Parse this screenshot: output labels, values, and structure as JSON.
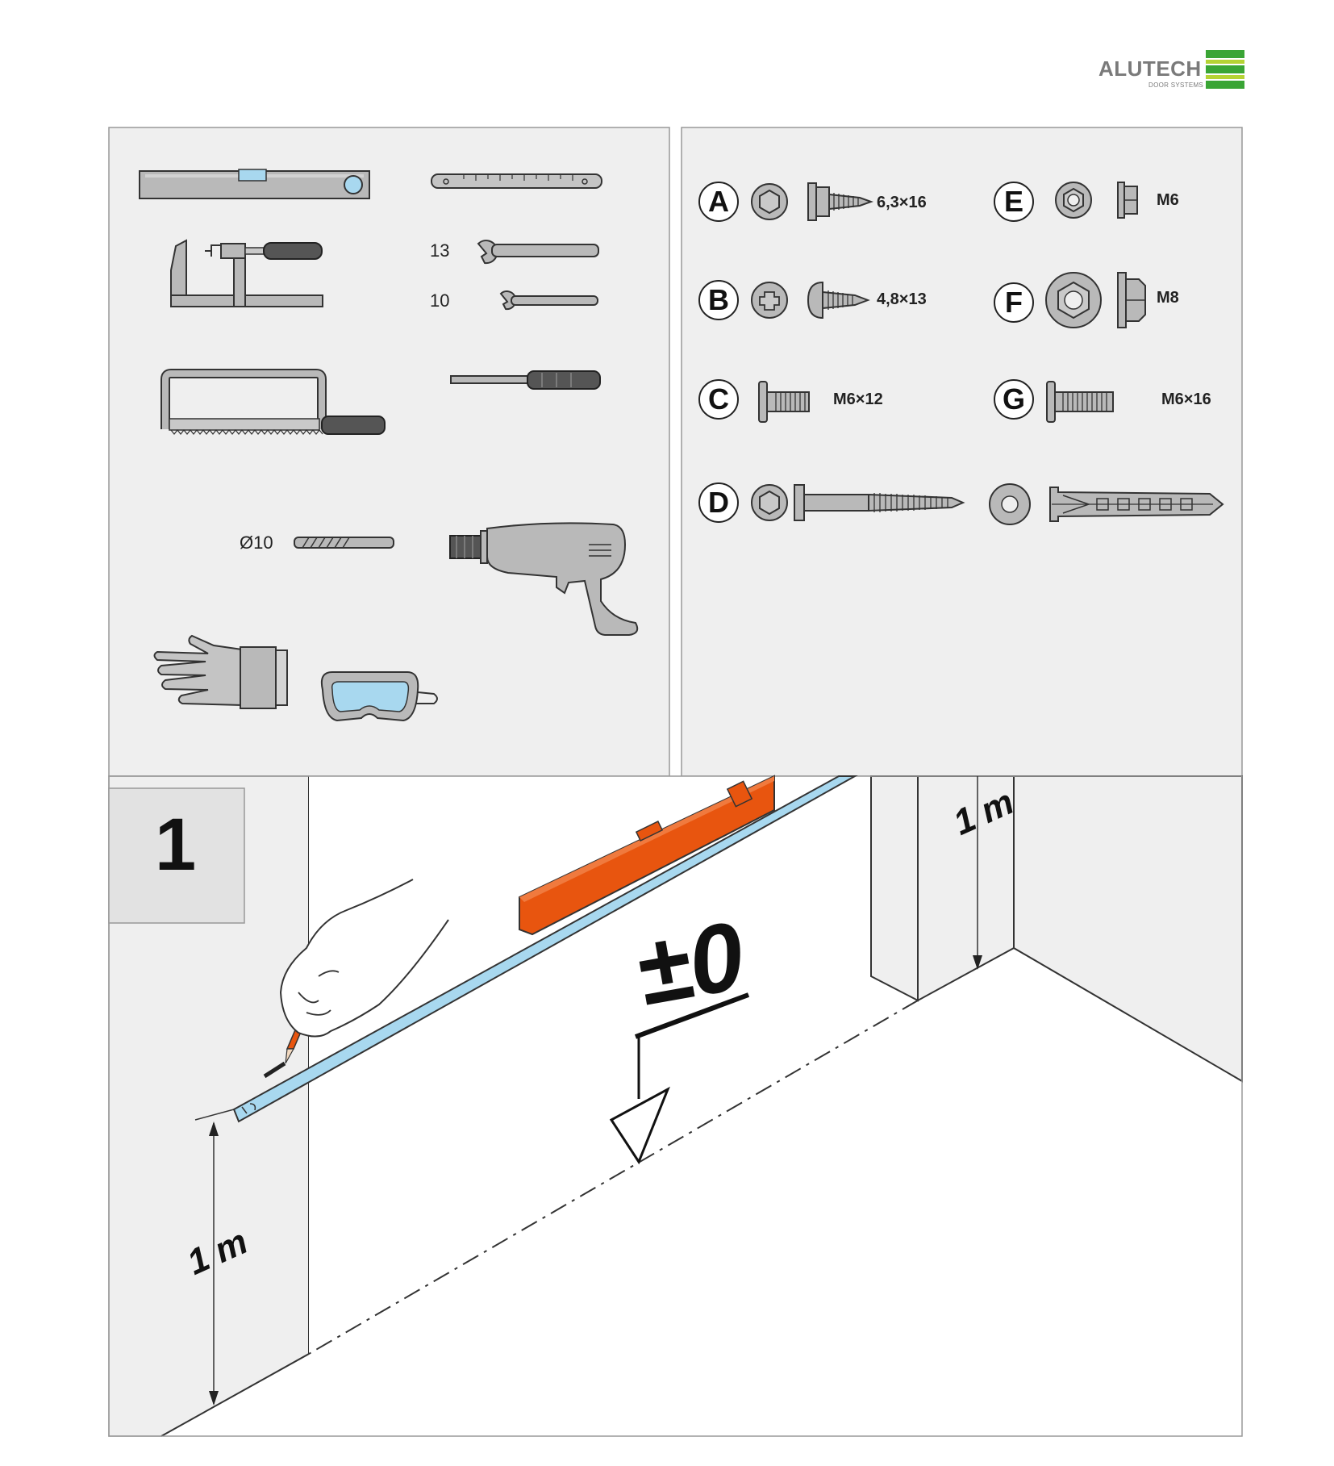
{
  "logo": {
    "name": "ALUTECH",
    "tagline": "DOOR SYSTEMS",
    "colors": {
      "text": "#7a7a7a",
      "green_dark": "#3aa535",
      "green_light": "#b5d334"
    }
  },
  "tools": {
    "wrench_large_size": "13",
    "wrench_small_size": "10",
    "drill_bit_size": "Ø10",
    "icons": [
      "spirit-level",
      "tape-measure",
      "clamp",
      "wrench",
      "screwdriver",
      "hacksaw",
      "drill-bit",
      "power-drill",
      "glove",
      "safety-goggles"
    ]
  },
  "fasteners": [
    {
      "letter": "A",
      "size": "6,3×16"
    },
    {
      "letter": "B",
      "size": "4,8×13"
    },
    {
      "letter": "C",
      "size": "M6×12"
    },
    {
      "letter": "D",
      "size": ""
    },
    {
      "letter": "E",
      "size": "M6"
    },
    {
      "letter": "F",
      "size": "M8"
    },
    {
      "letter": "G",
      "size": "M6×16"
    }
  ],
  "step": {
    "number": "1",
    "dimension_left": "1 m",
    "dimension_right": "1 m",
    "level_mark": "±0",
    "colors": {
      "level_tool": "#e8550f",
      "profile": "#a8d8ef"
    }
  }
}
